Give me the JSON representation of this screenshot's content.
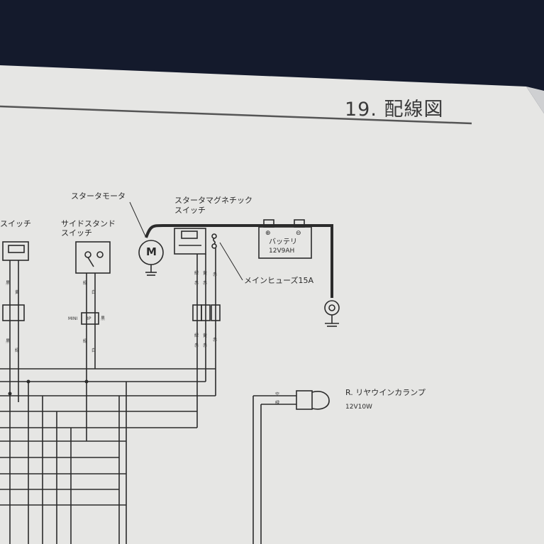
{
  "page": {
    "section_title": "19. 配線図"
  },
  "components": {
    "starter_motor": {
      "label": "スタータモータ",
      "symbol": "M"
    },
    "starter_magnetic_switch": {
      "label_line1": "スタータマグネチック",
      "label_line2": "スイッチ"
    },
    "battery": {
      "label": "バッテリ",
      "rating": "12V9AH",
      "plus": "⊕",
      "minus": "⊖"
    },
    "main_fuse": {
      "label": "メインヒューズ15A"
    },
    "side_stand_switch": {
      "label_line1": "サイドスタンド",
      "label_line2": "スイッチ"
    },
    "left_switch": {
      "label": "スイッチ"
    },
    "rear_winker": {
      "label": "R. リヤウインカランプ",
      "rating": "12V10W"
    },
    "connector_3p": {
      "label": "3P",
      "left_tag": "MINI",
      "right_tag": "黒"
    }
  },
  "wire_colors": {
    "side_stand_upper": [
      "緑",
      "白"
    ],
    "side_stand_lower": [
      "緑",
      "白"
    ],
    "left_switch_upper": [
      "黒",
      "黄"
    ],
    "left_switch_lower": [
      "黒",
      "緑"
    ],
    "mag_a_upper": [
      "緑",
      "赤"
    ],
    "mag_b_upper": [
      "黄",
      "赤"
    ],
    "mag_c_upper": [
      "赤"
    ],
    "mag_a_lower": [
      "緑",
      "赤"
    ],
    "mag_b_lower": [
      "黄",
      "赤"
    ],
    "mag_c_lower": [
      "赤"
    ],
    "winker_1": "空",
    "winker_2": "緑"
  },
  "colors": {
    "paper": "#e8e8e6",
    "ink": "#2b2b2b",
    "background": "#141a2c"
  }
}
